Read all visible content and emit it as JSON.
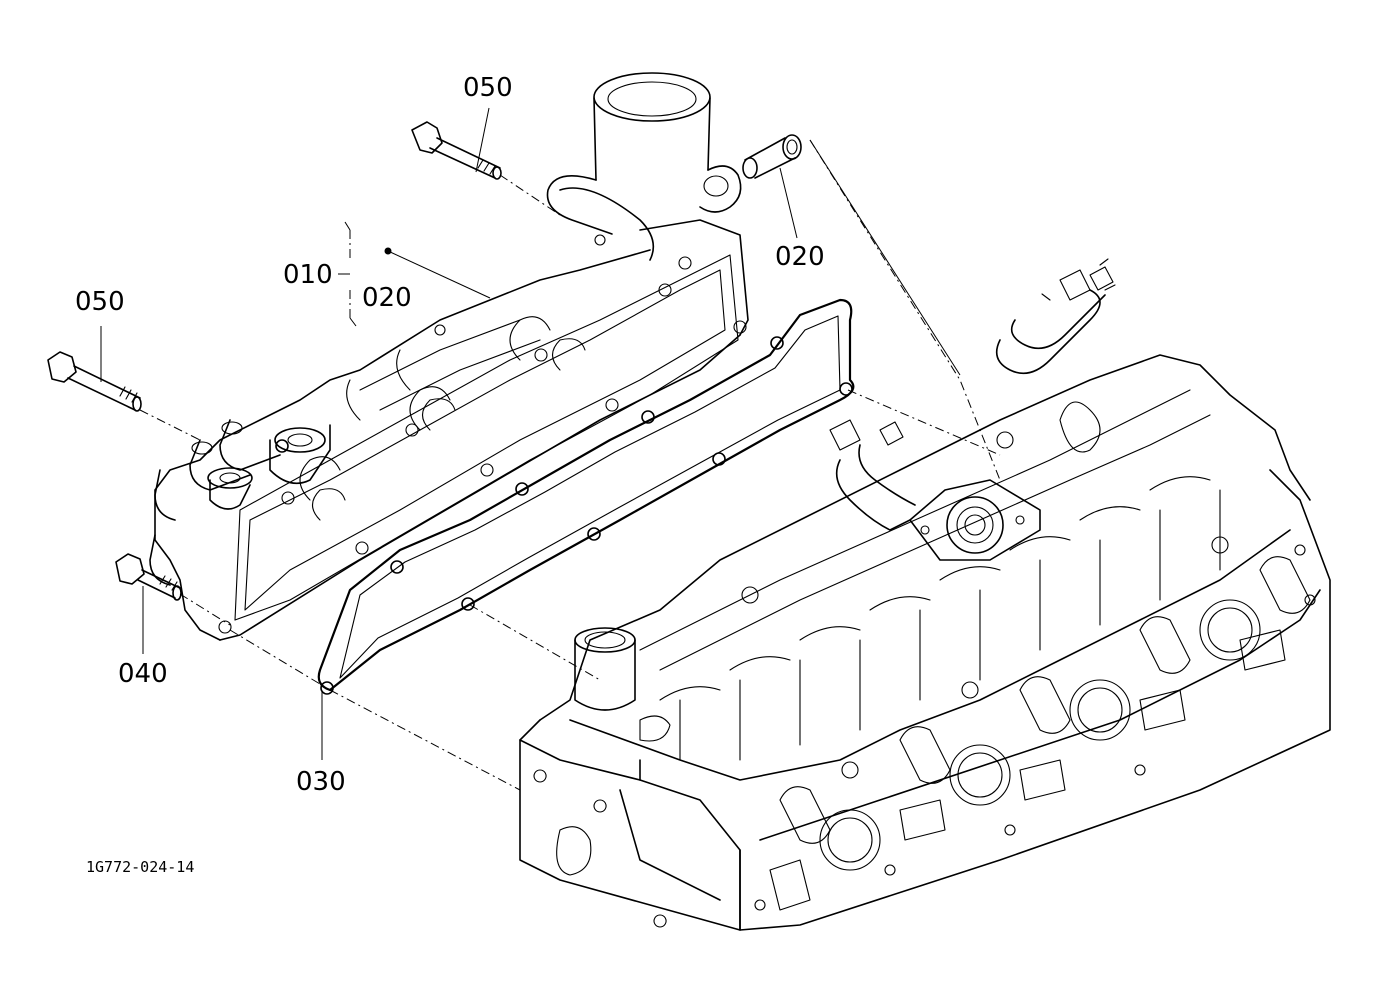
{
  "diagram": {
    "callouts": {
      "c050_top": "050",
      "c050_left": "050",
      "c010": "010",
      "c020_bracket": "020",
      "c020_right": "020",
      "c040": "040",
      "c030": "030"
    },
    "drawing_number": "1G772-024-14"
  }
}
